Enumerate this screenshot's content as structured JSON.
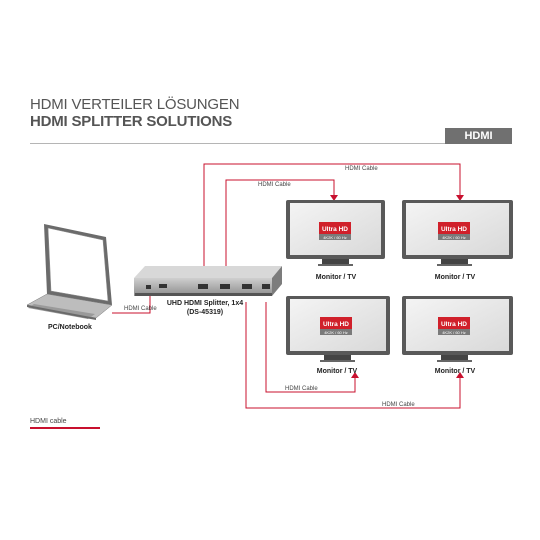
{
  "title_de": "HDMI VERTEILER LÖSUNGEN",
  "title_en": "HDMI SPLITTER SOLUTIONS",
  "badge": "HDMI",
  "pc_label": "PC/Notebook",
  "splitter_label_1": "UHD HDMI Splitter, 1x4",
  "splitter_label_2": "(DS-45319)",
  "cable_pc": "HDMI Cable",
  "cable_top_outer": "HDMI Cable",
  "cable_top_inner": "HDMI Cable",
  "cable_bottom_inner": "HDMI Cable",
  "cable_bottom_outer": "HDMI Cable",
  "monitors": [
    {
      "screen_badge": "Ultra HD",
      "screen_sub": "4K2K / 60 Hz",
      "label": "Monitor / TV"
    },
    {
      "screen_badge": "Ultra HD",
      "screen_sub": "4K2K / 60 Hz",
      "label": "Monitor / TV"
    },
    {
      "screen_badge": "Ultra HD",
      "screen_sub": "4K2K / 60 Hz",
      "label": "Monitor / TV"
    },
    {
      "screen_badge": "Ultra HD",
      "screen_sub": "4K2K / 60 Hz",
      "label": "Monitor / TV"
    }
  ],
  "legend_text": "HDMI cable",
  "colors": {
    "cable": "#c8102e",
    "badge_bg": "#707070",
    "ultra_hd": "#d0202a"
  }
}
